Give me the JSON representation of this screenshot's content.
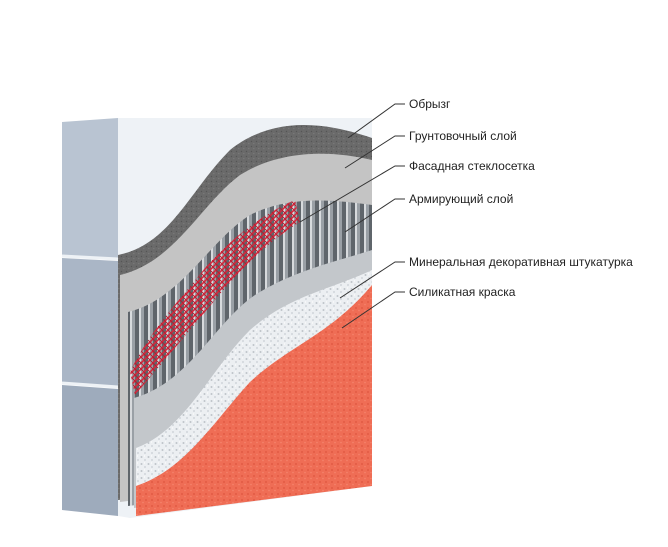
{
  "labels": [
    "Обрызг",
    "Грунтовочный слой",
    "Фасадная стеклосетка",
    "Армирующий слой",
    "Минеральная декоративная штукатурка",
    "Силикатная краска"
  ],
  "colors": {
    "block_face": "#c9d2de",
    "block_top": "#e2e8ef",
    "block_side": "#9fabba",
    "spray": "#6b6b6b",
    "primer": "#bdbdbd",
    "mesh": "#d6263a",
    "reinforcing": "#c2c6ca",
    "plaster": "#e9ecef",
    "paint": "#ee6a52"
  }
}
